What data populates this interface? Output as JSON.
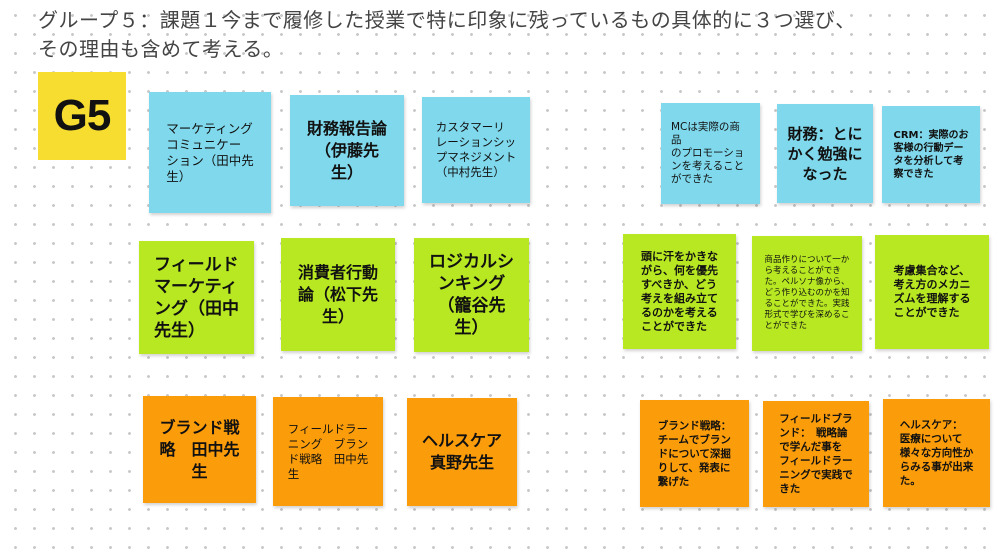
{
  "board": {
    "title": "グループ５：課題１今まで履修した授業で特に印象に残っているもの具体的に３つ選び、\nその理由も含めて考える。",
    "group_label": "G5",
    "colors": {
      "blue": "#7fd8eb",
      "green": "#b7e821",
      "orange": "#fb9c0b",
      "yellow": "#f6dd30"
    }
  },
  "notes_left": {
    "blue": [
      "マーケティング\nコミュニケー\nション（田中先\n生）",
      "財務報告論\n（伊藤先\n生）",
      "カスタマーリ\nレーションシッ\nプマネジメント\n（中村先生）"
    ],
    "green": [
      "フィールド\nマーケティ\nング（田中\n先生）",
      "消費者行動\n論（松下先\n生）",
      "ロジカルシ\nンキング\n（籠谷先\n生）"
    ],
    "orange": [
      "ブランド戦\n略　田中先\n生",
      "フィールドラー\nニング　ブラン\nド戦略　田中先\n生",
      "ヘルスケア\n真野先生"
    ]
  },
  "notes_right": {
    "blue": [
      "MCは実際の商品\nのプロモーショ\nンを考えること\nができた",
      "財務：とに\nかく勉強に\nなった",
      "CRM：実際のお\n客様の行動デー\nタを分析して考\n察できた"
    ],
    "green": [
      "頭に汗をかきな\nがら、何を優先\nすべきか、どう\n考えを組み立て\nるのかを考える\nことができた",
      "商品作りについて一か\nら考えることができ\nた。ペルソナ像から、\nどう作り込むのかを知\nることができた。実践\n形式で学びを深めるこ\nとができた",
      "考慮集合など、\n考え方のメカニ\nズムを理解する\nことができた"
    ],
    "orange": [
      "ブランド戦略：\nチームでブラン\nドについて深掘\nりして、発表に\n繋げた",
      "フィールドブラ\nンド：　戦略論\nで学んだ事を\nフィールドラー\nニングで実践で\nきた",
      "ヘルスケア：\n医療について\n様々な方向性か\nらみる事が出来\nた。"
    ]
  }
}
